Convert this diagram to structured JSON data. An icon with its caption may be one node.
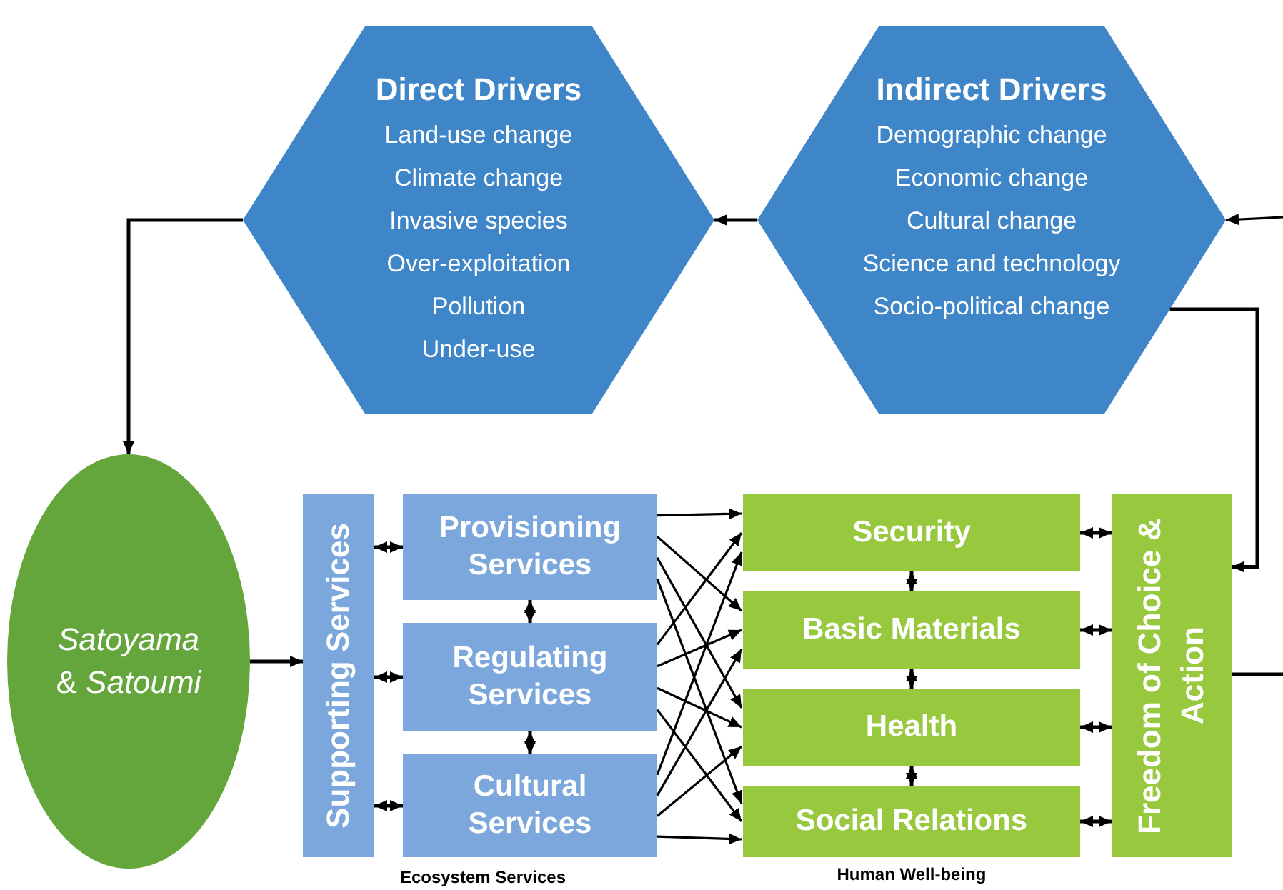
{
  "diagram": {
    "nodes": [
      {
        "text": [
          "Direct Drivers",
          "Land-use change",
          "Climate change",
          "Invasive species",
          "Over-exploitation",
          "Pollution",
          "Under-use"
        ]
      },
      {
        "text": [
          "Indirect Drivers",
          "Demographic change",
          "Economic change",
          "Cultural change",
          "Science and technology",
          "Socio-political change"
        ]
      },
      {
        "text": [
          "*Satoyama* & *Satoumi*"
        ]
      },
      {
        "text": [
          "Supporting Services"
        ]
      },
      {
        "text": [
          "Provisioning Services"
        ]
      },
      {
        "text": [
          "Regulating Services"
        ]
      },
      {
        "text": [
          "Cultural Services"
        ]
      },
      {
        "text": [
          "Security"
        ]
      },
      {
        "text": [
          "Basic Materials"
        ]
      },
      {
        "text": [
          "Health"
        ]
      },
      {
        "text": [
          "Social Relations"
        ]
      },
      {
        "text": [
          "Freedom of Choice & Action"
        ]
      }
    ],
    "edges": [
      {
        "from": null,
        "to": 1,
        "arrow": "to"
      },
      {
        "from": 1,
        "to": 0,
        "arrow": "to"
      },
      {
        "from": 0,
        "to": 2,
        "arrow": "to"
      },
      {
        "from": 1,
        "to": 11,
        "arrow": "to"
      },
      {
        "from": 11,
        "to": null,
        "arrow": "none"
      },
      {
        "from": 2,
        "to": 3,
        "arrow": "to"
      },
      {
        "from": 3,
        "to": 4,
        "arrow": "both"
      },
      {
        "from": 3,
        "to": 5,
        "arrow": "both"
      },
      {
        "from": 3,
        "to": 6,
        "arrow": "both"
      },
      {
        "from": 4,
        "to": 5,
        "arrow": "both"
      },
      {
        "from": 5,
        "to": 6,
        "arrow": "both"
      },
      {
        "from": 7,
        "to": 8,
        "arrow": "both"
      },
      {
        "from": 8,
        "to": 9,
        "arrow": "both"
      },
      {
        "from": 9,
        "to": 10,
        "arrow": "both"
      },
      {
        "from": 7,
        "to": 11,
        "arrow": "both"
      },
      {
        "from": 8,
        "to": 11,
        "arrow": "both"
      },
      {
        "from": 9,
        "to": 11,
        "arrow": "both"
      },
      {
        "from": 10,
        "to": 11,
        "arrow": "both"
      },
      {
        "from": 4,
        "to": 7,
        "arrow": "to"
      },
      {
        "from": 4,
        "to": 8,
        "arrow": "to"
      },
      {
        "from": 4,
        "to": 9,
        "arrow": "to"
      },
      {
        "from": 4,
        "to": 10,
        "arrow": "to"
      },
      {
        "from": 5,
        "to": 7,
        "arrow": "to"
      },
      {
        "from": 5,
        "to": 8,
        "arrow": "to"
      },
      {
        "from": 5,
        "to": 9,
        "arrow": "to"
      },
      {
        "from": 5,
        "to": 10,
        "arrow": "to"
      },
      {
        "from": 6,
        "to": 7,
        "arrow": "to"
      },
      {
        "from": 6,
        "to": 8,
        "arrow": "to"
      },
      {
        "from": 6,
        "to": 9,
        "arrow": "to"
      },
      {
        "from": 6,
        "to": 10,
        "arrow": "to"
      }
    ],
    "labels": [
      "Ecosystem Services",
      "Human Well-being"
    ]
  }
}
